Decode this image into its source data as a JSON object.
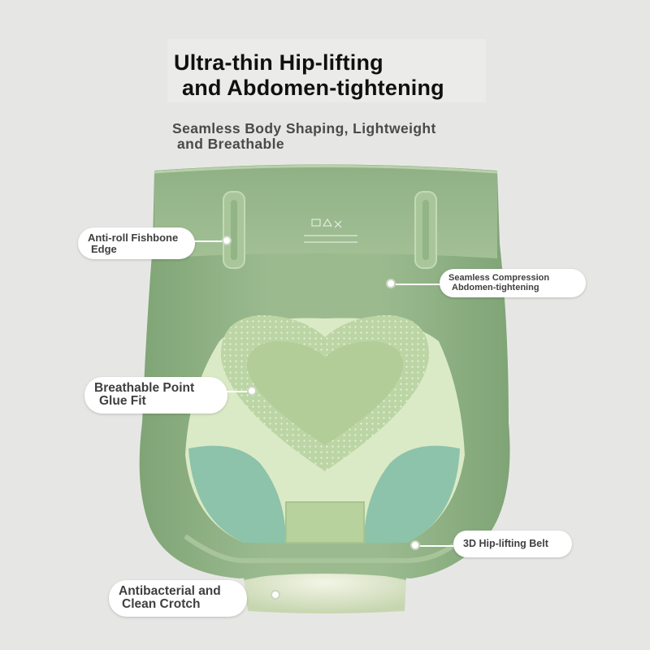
{
  "title": {
    "line1": "Ultra-thin Hip-lifting",
    "line2": "and Abdomen-tightening"
  },
  "subtitle": {
    "line1": "Seamless Body Shaping, Lightweight",
    "line2": "and Breathable"
  },
  "callouts": {
    "fishbone": {
      "line1": "Anti-roll Fishbone",
      "line2": "Edge"
    },
    "compression": {
      "line1": "Seamless Compression",
      "line2": "Abdomen-tightening"
    },
    "breathable": {
      "line1": "Breathable Point",
      "line2": "Glue Fit"
    },
    "hip_belt": {
      "line1": "3D Hip-lifting Belt"
    },
    "crotch": {
      "line1": "Antibacterial and",
      "line2": "Clean Crotch"
    }
  },
  "colors": {
    "background": "#e6e7e5",
    "garment_green": "#8fb185",
    "panel_light": "#dbeac6",
    "heart_panel": "#bcd5a4",
    "hip_teal": "#8cc3aa"
  }
}
